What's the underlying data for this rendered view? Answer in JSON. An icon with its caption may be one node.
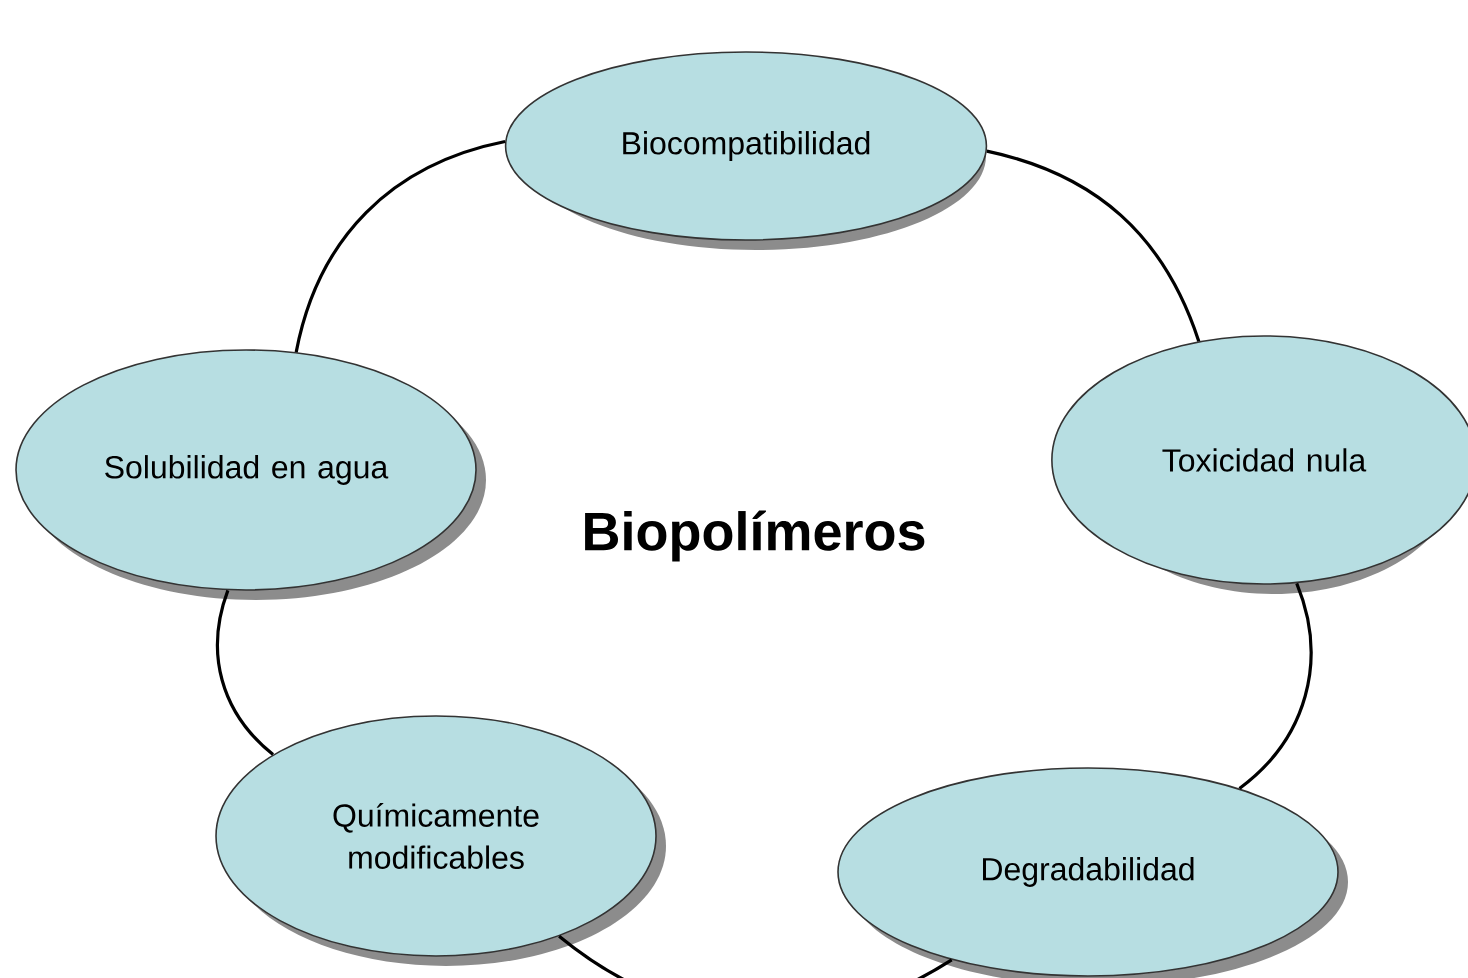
{
  "diagram": {
    "nodes": [
      {
        "text": [
          "Biocompatibilidad"
        ]
      },
      {
        "text": [
          "Toxicidad nula"
        ]
      },
      {
        "text": [
          "Degradabilidad"
        ]
      },
      {
        "text": [
          "Químicamente modificables"
        ]
      },
      {
        "text": [
          "Solubilidad en agua"
        ]
      }
    ],
    "edges": [
      {
        "from": 0,
        "to": 1,
        "arrow": "none"
      },
      {
        "from": 1,
        "to": 2,
        "arrow": "none"
      },
      {
        "from": 2,
        "to": 3,
        "arrow": "none"
      },
      {
        "from": 3,
        "to": 4,
        "arrow": "none"
      },
      {
        "from": 4,
        "to": 0,
        "arrow": "none"
      }
    ],
    "labels": [
      "Biopolímeros"
    ]
  }
}
